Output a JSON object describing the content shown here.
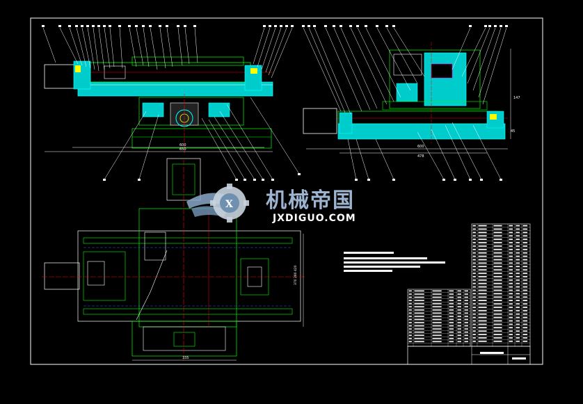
{
  "drawing": {
    "top_view_dims": {
      "overall_width": "650",
      "sub_width": "600"
    },
    "side_view_dims": {
      "overall_width": "600",
      "sub_width": "478",
      "height_label": "147",
      "side_dim": "45"
    },
    "plan_view_dims": {
      "vertical_dim": "370 280 420",
      "bottom_dim": "335"
    }
  },
  "watermark": {
    "title": "机械帝国",
    "subtitle": "JXDIGUO.COM"
  },
  "colors": {
    "background": "#000000",
    "line_white": "#ffffff",
    "line_green": "#00ff00",
    "line_cyan": "#00ffff",
    "line_red": "#ff0000",
    "line_yellow": "#ffff00",
    "line_blue": "#3355ff",
    "line_magenta": "#ff00ff"
  }
}
